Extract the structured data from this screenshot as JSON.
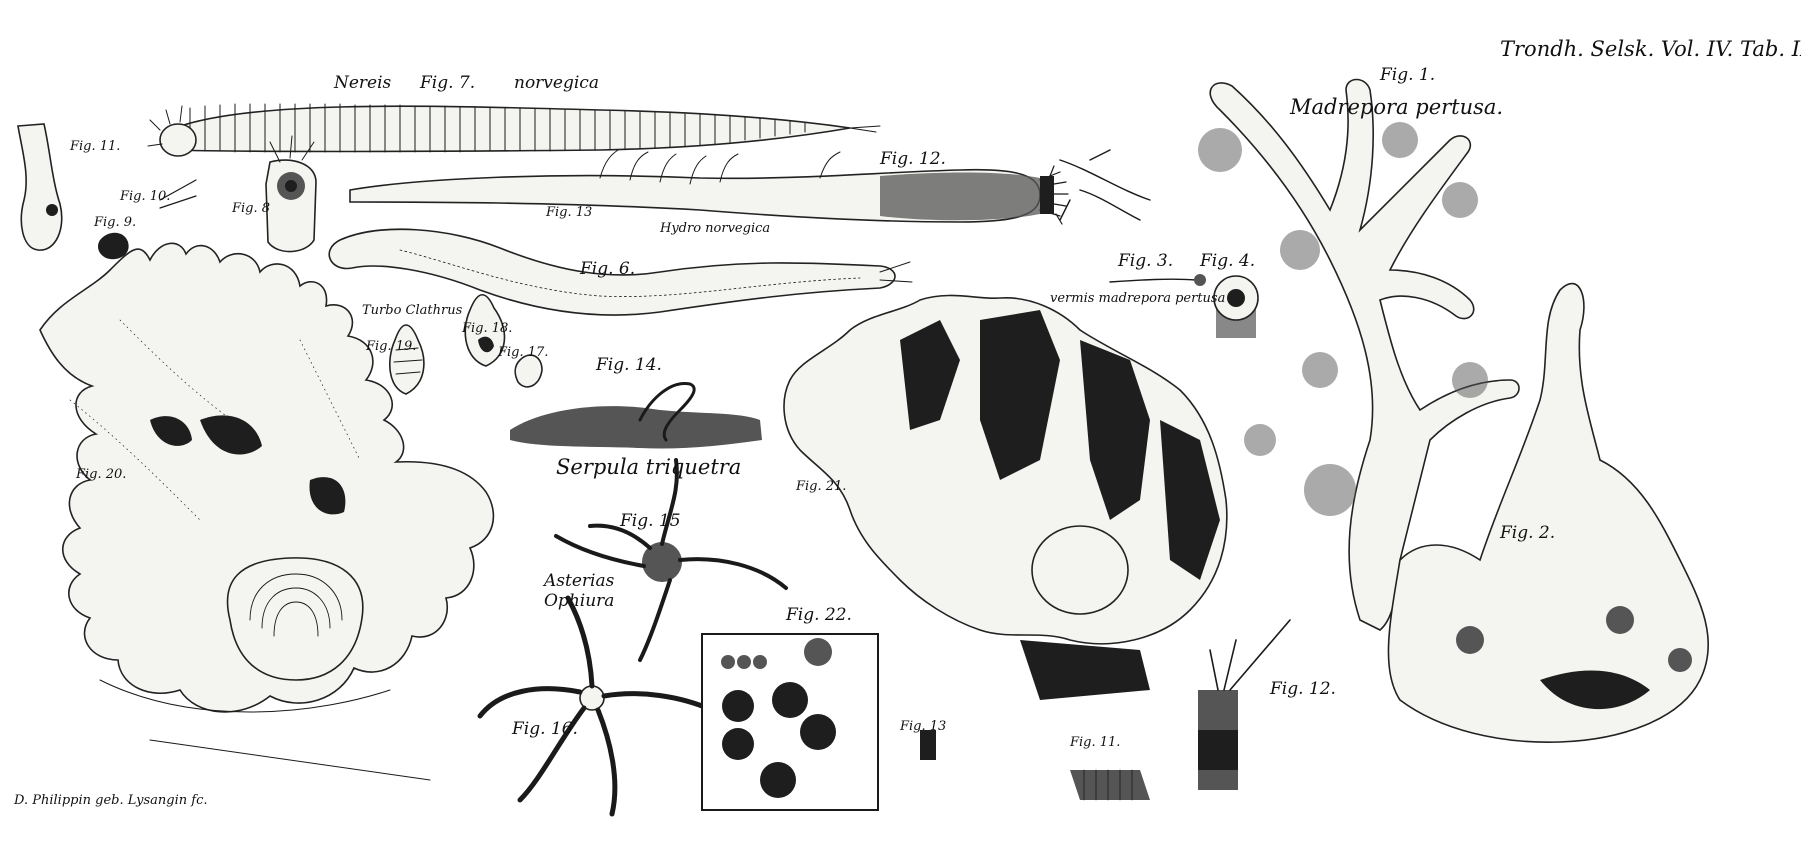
{
  "plate": {
    "header": "Trondh. Selsk. Vol. IV. Tab. II.",
    "engraver_credit": "D. Philippin geb. Lysangin fc.",
    "captions": {
      "fig1": "Fig. 1.",
      "madrepora": "Madrepora pertusa.",
      "fig2": "Fig. 2.",
      "fig3": "Fig. 3.",
      "fig4": "Fig. 4.",
      "vermis": "vermis madrepora pertusa",
      "fig6": "Fig. 6.",
      "fig7": "Fig. 7.",
      "nereis": "Nereis",
      "norvegica": "norvegica",
      "fig8": "Fig. 8",
      "fig9": "Fig. 9.",
      "fig10": "Fig. 10.",
      "fig11a": "Fig. 11.",
      "fig11b": "Fig. 11.",
      "fig12a": "Fig. 12.",
      "fig12b": "Fig. 12.",
      "fig13a": "Fig. 13",
      "fig13b": "Fig. 13",
      "hydro": "Hydro norvegica",
      "fig14": "Fig. 14.",
      "serpula": "Serpula triquetra",
      "fig15": "Fig. 15",
      "asterias": "Asterias",
      "ophiura": "Ophiura",
      "fig16": "Fig. 16.",
      "turbo": "Turbo Clathrus",
      "fig17": "Fig. 17.",
      "fig18": "Fig. 18.",
      "fig19": "Fig. 19.",
      "fig20": "Fig. 20.",
      "fig21": "Fig. 21.",
      "fig22": "Fig. 22."
    }
  }
}
